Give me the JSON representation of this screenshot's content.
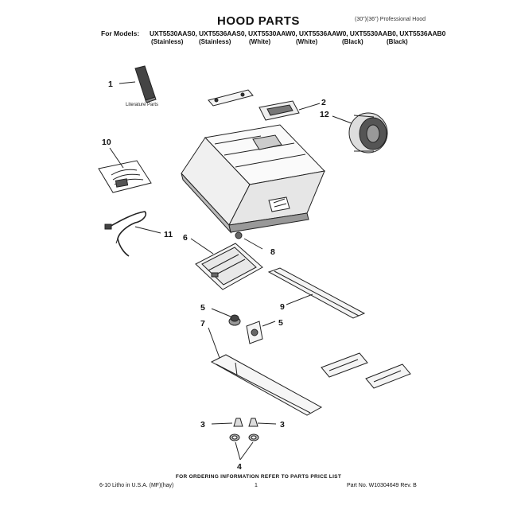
{
  "header": {
    "title": "HOOD PARTS",
    "subtitle": "(30\")(36\") Professional Hood",
    "models_label": "For Models:",
    "models": "UXT5530AAS0, UXT5536AAS0, UXT5530AAW0, UXT5536AAW0, UXT5530AAB0, UXT5536AAB0",
    "finishes": [
      "(Stainless)",
      "(Stainless)",
      "(White)",
      "(White)",
      "(Black)",
      "(Black)"
    ]
  },
  "diagram": {
    "literature_label": "Literature Parts",
    "callouts": {
      "c1": "1",
      "c2": "2",
      "c12": "12",
      "c10": "10",
      "c11": "11",
      "c6": "6",
      "c8": "8",
      "c5a": "5",
      "c5b": "5",
      "c9": "9",
      "c7": "7",
      "c3a": "3",
      "c3b": "3",
      "c4": "4"
    }
  },
  "footer": {
    "ordering": "FOR ORDERING INFORMATION REFER TO PARTS PRICE LIST",
    "litho": "6-10 Litho in U.S.A. (MF)(hay)",
    "page": "1",
    "part_no": "Part No. W10304649 Rev. B"
  }
}
